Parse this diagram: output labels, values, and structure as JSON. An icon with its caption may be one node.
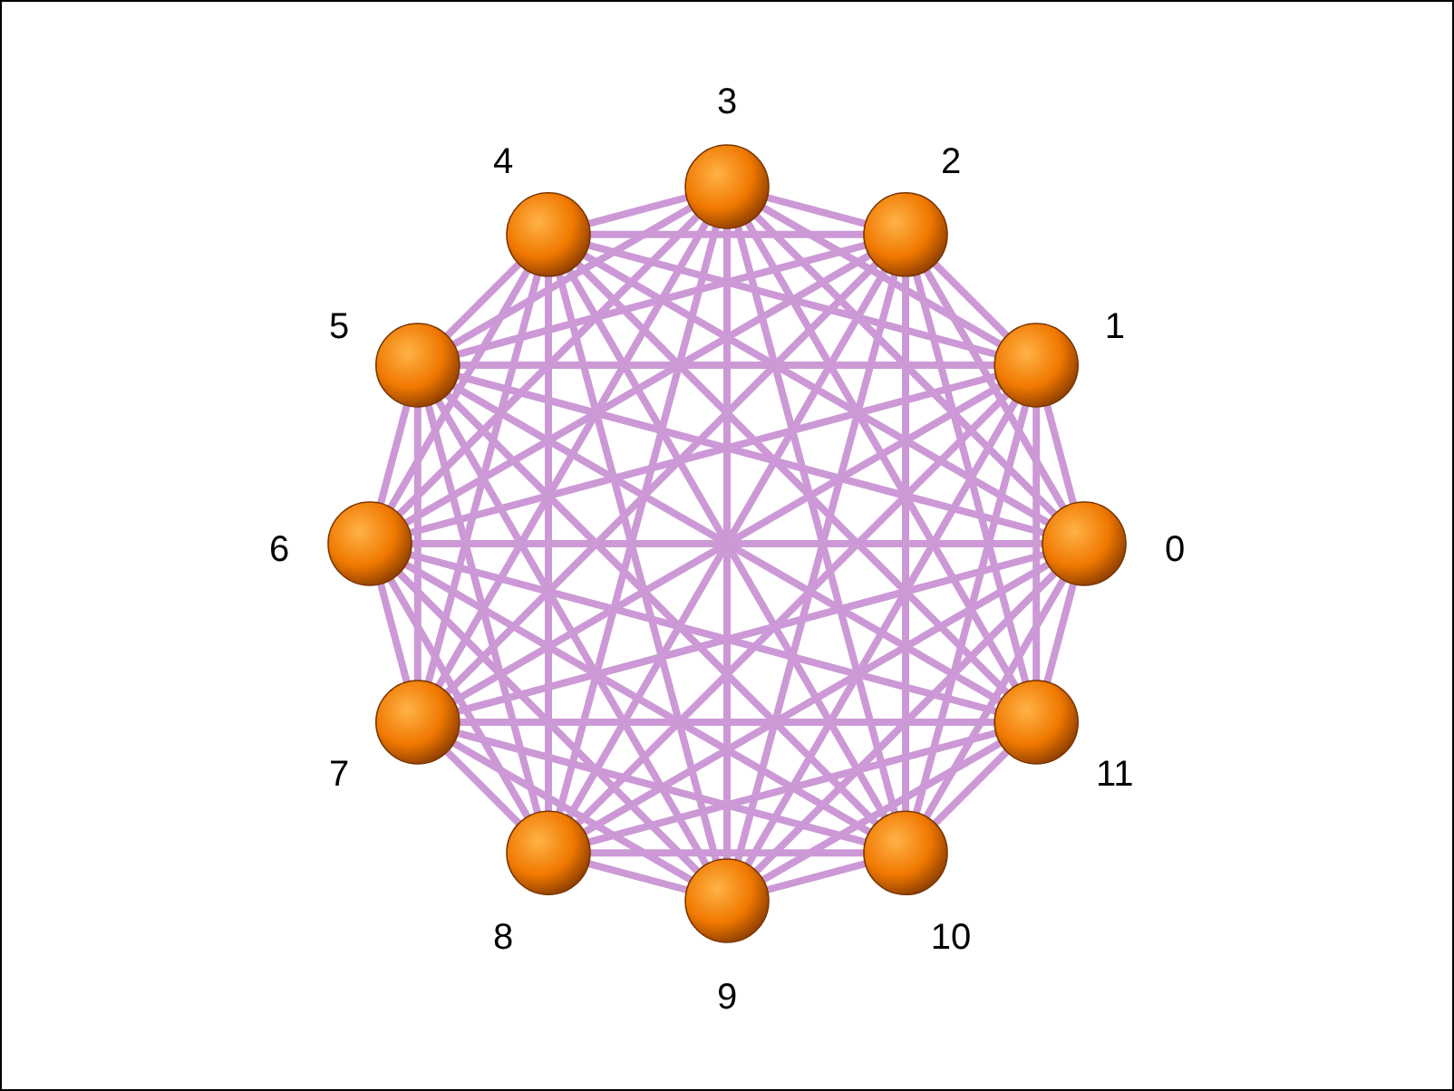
{
  "diagram": {
    "nodes": [
      {
        "text": [],
        "shape": "circle",
        "beside": [
          "0"
        ]
      },
      {
        "text": [],
        "shape": "circle",
        "beside": [
          "1"
        ]
      },
      {
        "text": [],
        "shape": "circle",
        "beside": [
          "2"
        ]
      },
      {
        "text": [],
        "shape": "circle",
        "beside": [
          "3"
        ]
      },
      {
        "text": [],
        "shape": "circle",
        "beside": [
          "4"
        ]
      },
      {
        "text": [],
        "shape": "circle",
        "beside": [
          "5"
        ]
      },
      {
        "text": [],
        "shape": "circle",
        "beside": [
          "6"
        ]
      },
      {
        "text": [],
        "shape": "circle",
        "beside": [
          "7"
        ]
      },
      {
        "text": [],
        "shape": "circle",
        "beside": [
          "8"
        ]
      },
      {
        "text": [],
        "shape": "circle",
        "beside": [
          "9"
        ]
      },
      {
        "text": [],
        "shape": "circle",
        "beside": [
          "10"
        ]
      },
      {
        "text": [],
        "shape": "circle",
        "beside": [
          "11"
        ]
      }
    ],
    "edges": [
      {
        "from": 0,
        "to": 1,
        "arrow": "none"
      },
      {
        "from": 0,
        "to": 2,
        "arrow": "none"
      },
      {
        "from": 0,
        "to": 3,
        "arrow": "none"
      },
      {
        "from": 0,
        "to": 4,
        "arrow": "none"
      },
      {
        "from": 0,
        "to": 5,
        "arrow": "none"
      },
      {
        "from": 0,
        "to": 6,
        "arrow": "none"
      },
      {
        "from": 0,
        "to": 7,
        "arrow": "none"
      },
      {
        "from": 0,
        "to": 8,
        "arrow": "none"
      },
      {
        "from": 0,
        "to": 9,
        "arrow": "none"
      },
      {
        "from": 0,
        "to": 10,
        "arrow": "none"
      },
      {
        "from": 0,
        "to": 11,
        "arrow": "none"
      },
      {
        "from": 1,
        "to": 2,
        "arrow": "none"
      },
      {
        "from": 1,
        "to": 3,
        "arrow": "none"
      },
      {
        "from": 1,
        "to": 4,
        "arrow": "none"
      },
      {
        "from": 1,
        "to": 5,
        "arrow": "none"
      },
      {
        "from": 1,
        "to": 6,
        "arrow": "none"
      },
      {
        "from": 1,
        "to": 7,
        "arrow": "none"
      },
      {
        "from": 1,
        "to": 8,
        "arrow": "none"
      },
      {
        "from": 1,
        "to": 9,
        "arrow": "none"
      },
      {
        "from": 1,
        "to": 10,
        "arrow": "none"
      },
      {
        "from": 1,
        "to": 11,
        "arrow": "none"
      },
      {
        "from": 2,
        "to": 3,
        "arrow": "none"
      },
      {
        "from": 2,
        "to": 4,
        "arrow": "none"
      },
      {
        "from": 2,
        "to": 5,
        "arrow": "none"
      },
      {
        "from": 2,
        "to": 6,
        "arrow": "none"
      },
      {
        "from": 2,
        "to": 7,
        "arrow": "none"
      },
      {
        "from": 2,
        "to": 8,
        "arrow": "none"
      },
      {
        "from": 2,
        "to": 9,
        "arrow": "none"
      },
      {
        "from": 2,
        "to": 10,
        "arrow": "none"
      },
      {
        "from": 2,
        "to": 11,
        "arrow": "none"
      },
      {
        "from": 3,
        "to": 4,
        "arrow": "none"
      },
      {
        "from": 3,
        "to": 5,
        "arrow": "none"
      },
      {
        "from": 3,
        "to": 6,
        "arrow": "none"
      },
      {
        "from": 3,
        "to": 7,
        "arrow": "none"
      },
      {
        "from": 3,
        "to": 8,
        "arrow": "none"
      },
      {
        "from": 3,
        "to": 9,
        "arrow": "none"
      },
      {
        "from": 3,
        "to": 10,
        "arrow": "none"
      },
      {
        "from": 3,
        "to": 11,
        "arrow": "none"
      },
      {
        "from": 4,
        "to": 5,
        "arrow": "none"
      },
      {
        "from": 4,
        "to": 6,
        "arrow": "none"
      },
      {
        "from": 4,
        "to": 7,
        "arrow": "none"
      },
      {
        "from": 4,
        "to": 8,
        "arrow": "none"
      },
      {
        "from": 4,
        "to": 9,
        "arrow": "none"
      },
      {
        "from": 4,
        "to": 10,
        "arrow": "none"
      },
      {
        "from": 4,
        "to": 11,
        "arrow": "none"
      },
      {
        "from": 5,
        "to": 6,
        "arrow": "none"
      },
      {
        "from": 5,
        "to": 7,
        "arrow": "none"
      },
      {
        "from": 5,
        "to": 8,
        "arrow": "none"
      },
      {
        "from": 5,
        "to": 9,
        "arrow": "none"
      },
      {
        "from": 5,
        "to": 10,
        "arrow": "none"
      },
      {
        "from": 5,
        "to": 11,
        "arrow": "none"
      },
      {
        "from": 6,
        "to": 7,
        "arrow": "none"
      },
      {
        "from": 6,
        "to": 8,
        "arrow": "none"
      },
      {
        "from": 6,
        "to": 9,
        "arrow": "none"
      },
      {
        "from": 6,
        "to": 10,
        "arrow": "none"
      },
      {
        "from": 6,
        "to": 11,
        "arrow": "none"
      },
      {
        "from": 7,
        "to": 8,
        "arrow": "none"
      },
      {
        "from": 7,
        "to": 9,
        "arrow": "none"
      },
      {
        "from": 7,
        "to": 10,
        "arrow": "none"
      },
      {
        "from": 7,
        "to": 11,
        "arrow": "none"
      },
      {
        "from": 8,
        "to": 9,
        "arrow": "none"
      },
      {
        "from": 8,
        "to": 10,
        "arrow": "none"
      },
      {
        "from": 8,
        "to": 11,
        "arrow": "none"
      },
      {
        "from": 9,
        "to": 10,
        "arrow": "none"
      },
      {
        "from": 9,
        "to": 11,
        "arrow": "none"
      },
      {
        "from": 10,
        "to": 11,
        "arrow": "none"
      }
    ]
  }
}
